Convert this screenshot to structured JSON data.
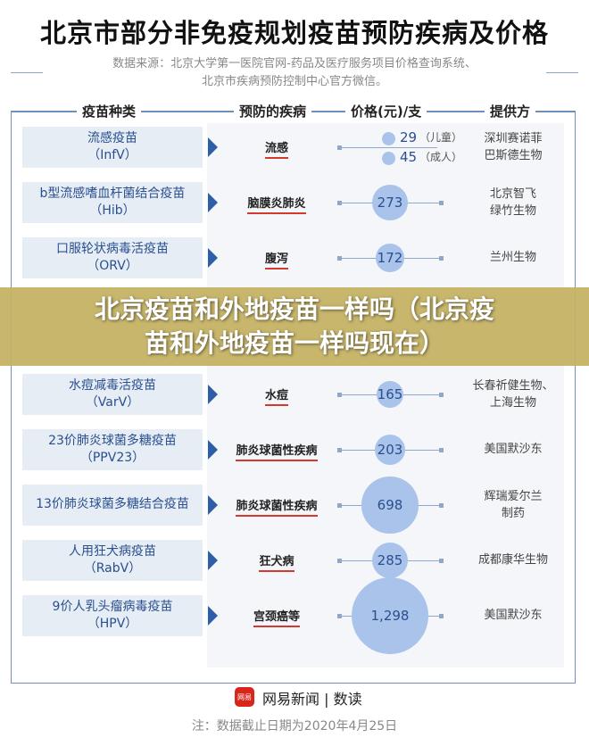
{
  "title": "北京市部分非免疫规划疫苗预防疾病及价格",
  "source_line1": "数据来源：北京大学第一医院官网-药品及医疗服务项目价格查询系统、",
  "source_line2": "北京市疾病预防控制中心官方微信。",
  "headers": {
    "vaccine": "疫苗种类",
    "disease": "预防的疾病",
    "price": "价格(元)/支",
    "provider": "提供方"
  },
  "rows": [
    {
      "name": "流感疫苗",
      "abbr": "（InfV）",
      "disease": "流感",
      "prices": [
        {
          "value": "29",
          "note": "（儿童）"
        },
        {
          "value": "45",
          "note": "（成人）"
        }
      ],
      "provider": [
        "深圳赛诺菲",
        "巴斯德生物"
      ]
    },
    {
      "name": "b型流感嗜血杆菌结合疫苗",
      "abbr": "（Hib）",
      "disease": "脑膜炎肺炎",
      "price": 273,
      "price_label": "273",
      "provider": [
        "北京智飞",
        "绿竹生物"
      ]
    },
    {
      "name": "口服轮状病毒活疫苗",
      "abbr": "（ORV）",
      "disease": "腹泻",
      "price": 172,
      "price_label": "172",
      "provider": [
        "兰州生物"
      ]
    },
    {
      "name": "水痘减毒活疫苗",
      "abbr": "（VarV）",
      "disease": "水痘",
      "price": 165,
      "price_label": "165",
      "provider": [
        "长春祈健生物、",
        "上海生物"
      ]
    },
    {
      "name": "23价肺炎球菌多糖疫苗",
      "abbr": "（PPV23）",
      "disease": "肺炎球菌性疾病",
      "price": 203,
      "price_label": "203",
      "provider": [
        "美国默沙东"
      ]
    },
    {
      "name": "13价肺炎球菌多糖结合疫苗",
      "abbr": "",
      "disease": "肺炎球菌性疾病",
      "price": 698,
      "price_label": "698",
      "provider": [
        "辉瑞爱尔兰",
        "制药"
      ]
    },
    {
      "name": "人用狂犬病疫苗",
      "abbr": "（RabV）",
      "disease": "狂犬病",
      "price": 285,
      "price_label": "285",
      "provider": [
        "成都康华生物"
      ]
    },
    {
      "name": "9价人乳头瘤病毒疫苗",
      "abbr": "（HPV）",
      "disease": "宫颈癌等",
      "price": 1298,
      "price_label": "1,298",
      "provider": [
        "美国默沙东"
      ]
    }
  ],
  "banner": {
    "line1": "北京疫苗和外地疫苗一样吗（北京疫",
    "line2": "苗和外地疫苗一样吗现在）"
  },
  "brand": {
    "logo_text": "网易",
    "name": "网易新闻 | 数读"
  },
  "note": "注：数据截止日期为2020年4月25日",
  "colors": {
    "accent": "#2f5ea8",
    "circle": "#a9c3ea",
    "underline": "#d23a2f",
    "banner": "#c4b264"
  }
}
